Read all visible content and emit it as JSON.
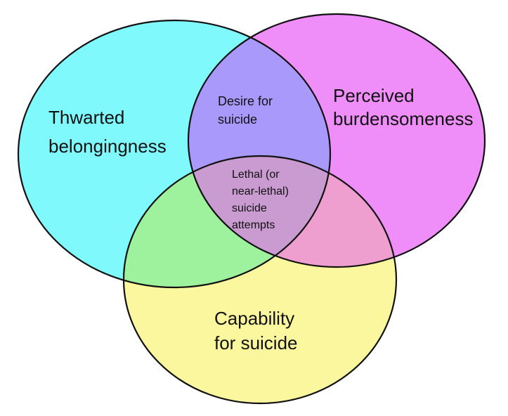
{
  "diagram": {
    "sets": [
      {
        "id": "thwarted",
        "lines": [
          "Thwarted",
          "belongingness"
        ],
        "color": "#7ff9fb"
      },
      {
        "id": "burden",
        "lines": [
          "Perceived",
          "burdensomeness"
        ],
        "color": "#ef8ef8"
      },
      {
        "id": "capability",
        "lines": [
          "Capability",
          "for suicide"
        ],
        "color": "#fbf79f"
      }
    ],
    "overlaps": {
      "thwarted_burden": {
        "lines": [
          "Desire for",
          "suicide"
        ],
        "color": "#a999fb"
      },
      "thwarted_capability": {
        "color": "#9ff29d"
      },
      "burden_capability": {
        "color": "#ef9fcf"
      },
      "all_three": {
        "lines": [
          "Lethal (or",
          "near-lethal)",
          "suicide",
          "attempts"
        ],
        "color": "#c99bd0"
      }
    }
  }
}
